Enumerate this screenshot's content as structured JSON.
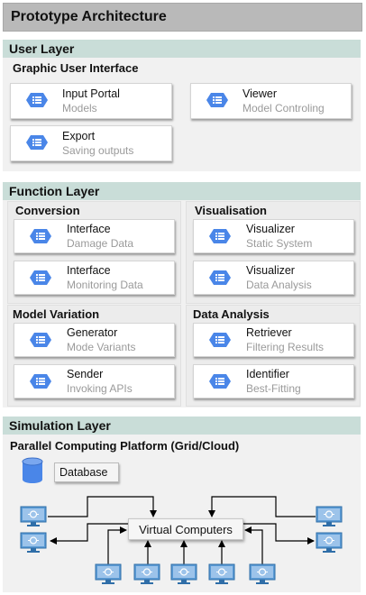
{
  "title": "Prototype Architecture",
  "user_layer": {
    "heading": "User Layer",
    "group_title": "Graphic User Interface",
    "cards": [
      {
        "title": "Input Portal",
        "subtitle": "Models"
      },
      {
        "title": "Viewer",
        "subtitle": "Model Controling"
      },
      {
        "title": "Export",
        "subtitle": "Saving outputs"
      }
    ]
  },
  "function_layer": {
    "heading": "Function Layer",
    "groups": [
      {
        "title": "Conversion",
        "cards": [
          {
            "title": "Interface",
            "subtitle": "Damage Data"
          },
          {
            "title": "Interface",
            "subtitle": "Monitoring Data"
          }
        ]
      },
      {
        "title": "Visualisation",
        "cards": [
          {
            "title": "Visualizer",
            "subtitle": "Static System"
          },
          {
            "title": "Visualizer",
            "subtitle": "Data Analysis"
          }
        ]
      },
      {
        "title": "Model Variation",
        "cards": [
          {
            "title": "Generator",
            "subtitle": "Mode Variants"
          },
          {
            "title": "Sender",
            "subtitle": "Invoking APIs"
          }
        ]
      },
      {
        "title": "Data Analysis",
        "cards": [
          {
            "title": "Retriever",
            "subtitle": "Filtering Results"
          },
          {
            "title": "Identifier",
            "subtitle": "Best-Fitting"
          }
        ]
      }
    ]
  },
  "simulation_layer": {
    "heading": "Simulation Layer",
    "platform_title": "Parallel Computing Platform (Grid/Cloud)",
    "database_label": "Database",
    "virtual_computers_label": "Virtual Computers"
  },
  "colors": {
    "title_bar": "#b9b9b9",
    "layer_header": "#c9ddd8",
    "panel": "#f1f1f1",
    "icon_blue": "#4a86e8",
    "monitor_blue": "#5b9bd5"
  },
  "icons": [
    "list-hexagon-icon",
    "database-icon",
    "monitor-icon"
  ]
}
